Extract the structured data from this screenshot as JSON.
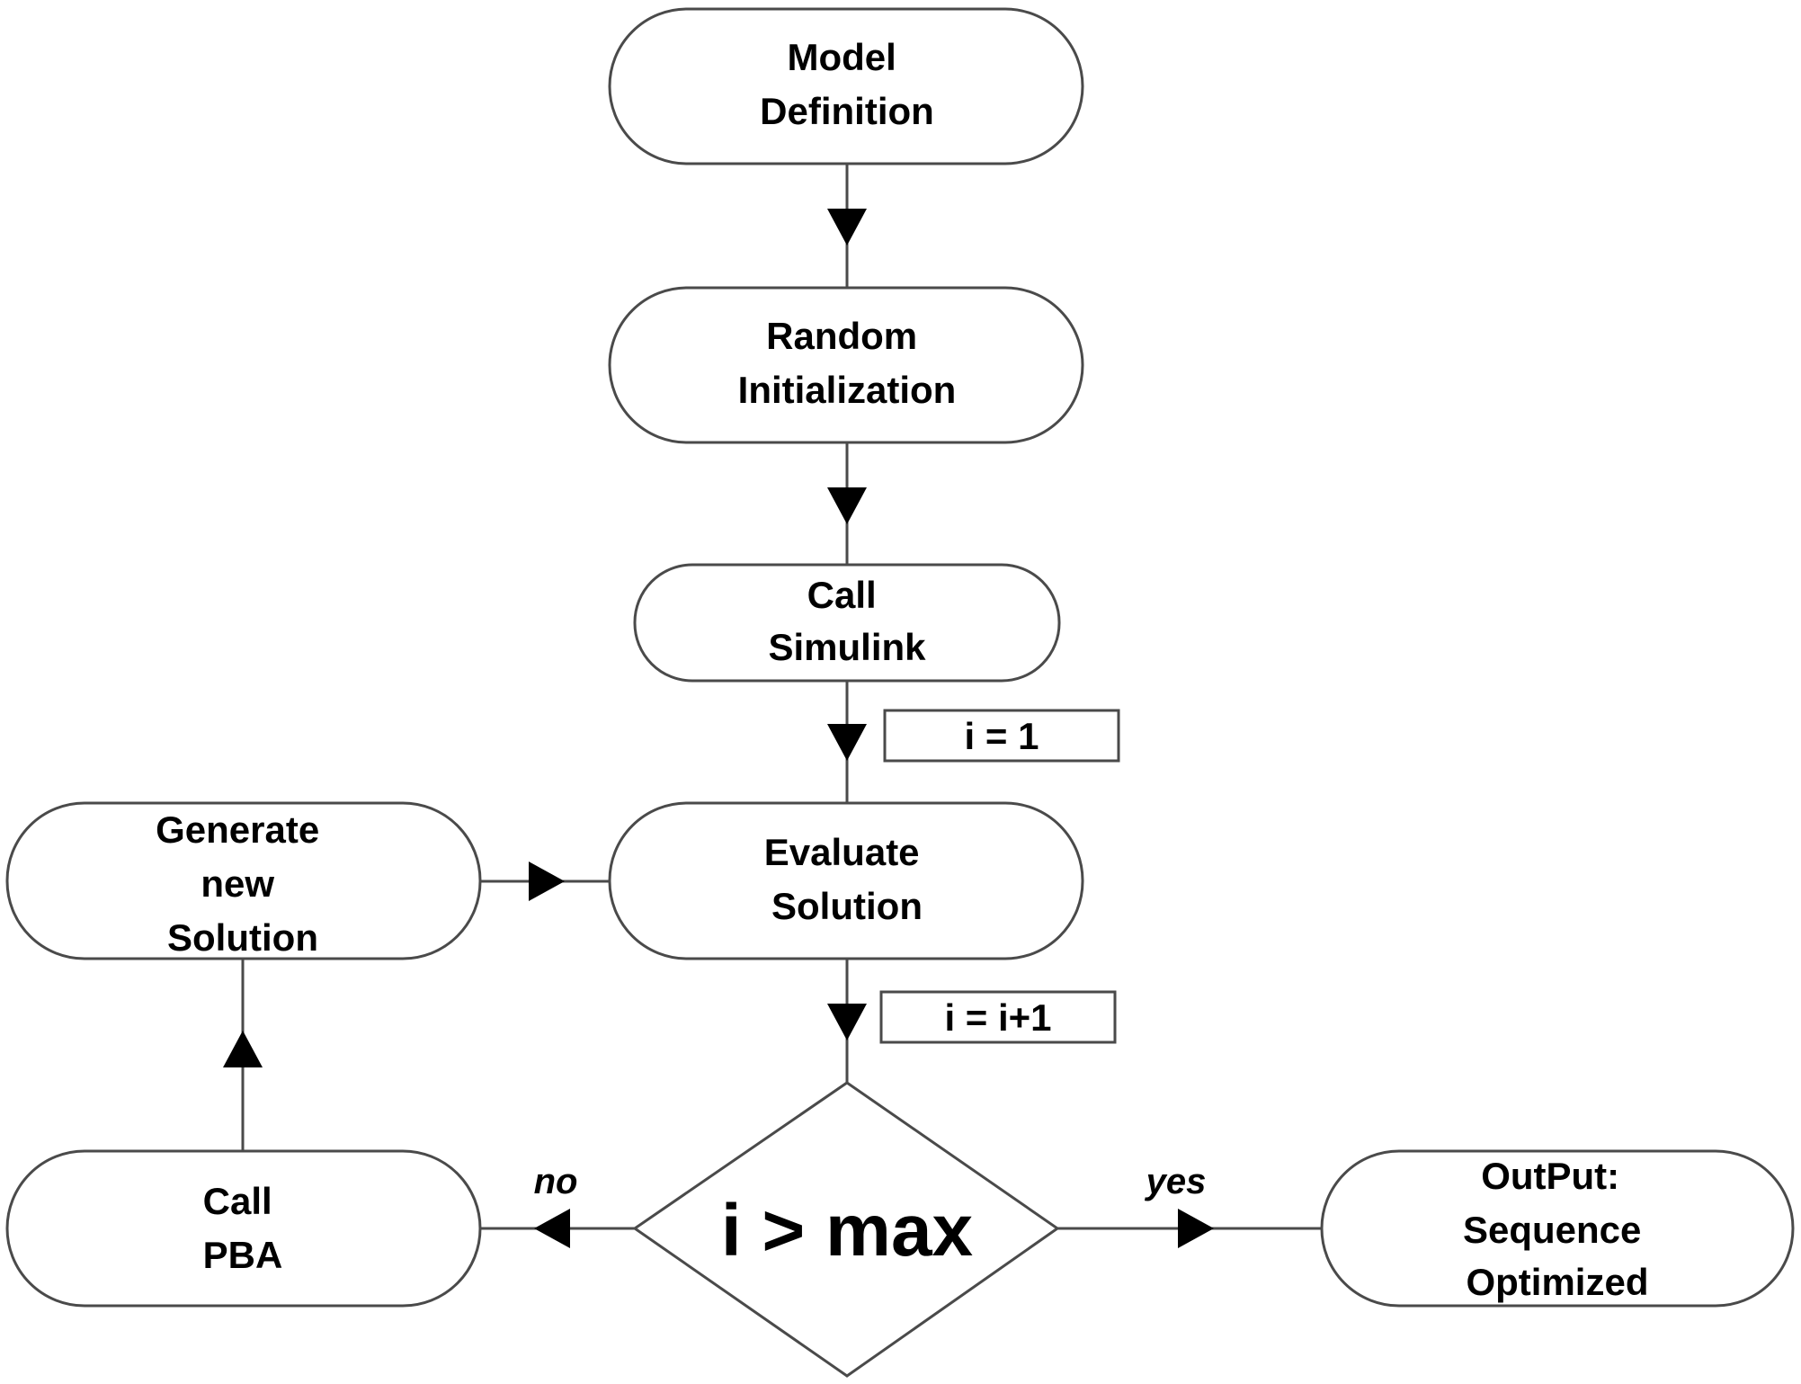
{
  "nodes": {
    "model_definition": [
      "Model",
      "Definition"
    ],
    "random_initialization": [
      "Random",
      "Initialization"
    ],
    "call_simulink": [
      "Call",
      "Simulink"
    ],
    "evaluate_solution": [
      "Evaluate",
      "Solution"
    ],
    "generate_new_solution": [
      "Generate",
      "new",
      "Solution"
    ],
    "call_pba": [
      "Call",
      "PBA"
    ],
    "decision": "i > max",
    "output": [
      "OutPut:",
      "Sequence",
      "Optimized"
    ]
  },
  "counters": {
    "init": "i = 1",
    "increment": "i = i+1"
  },
  "branches": {
    "no": "no",
    "yes": "yes"
  },
  "colors": {
    "stroke": "#4a4a4a",
    "arrow": "#000000",
    "text": "#000000",
    "background": "#ffffff"
  }
}
